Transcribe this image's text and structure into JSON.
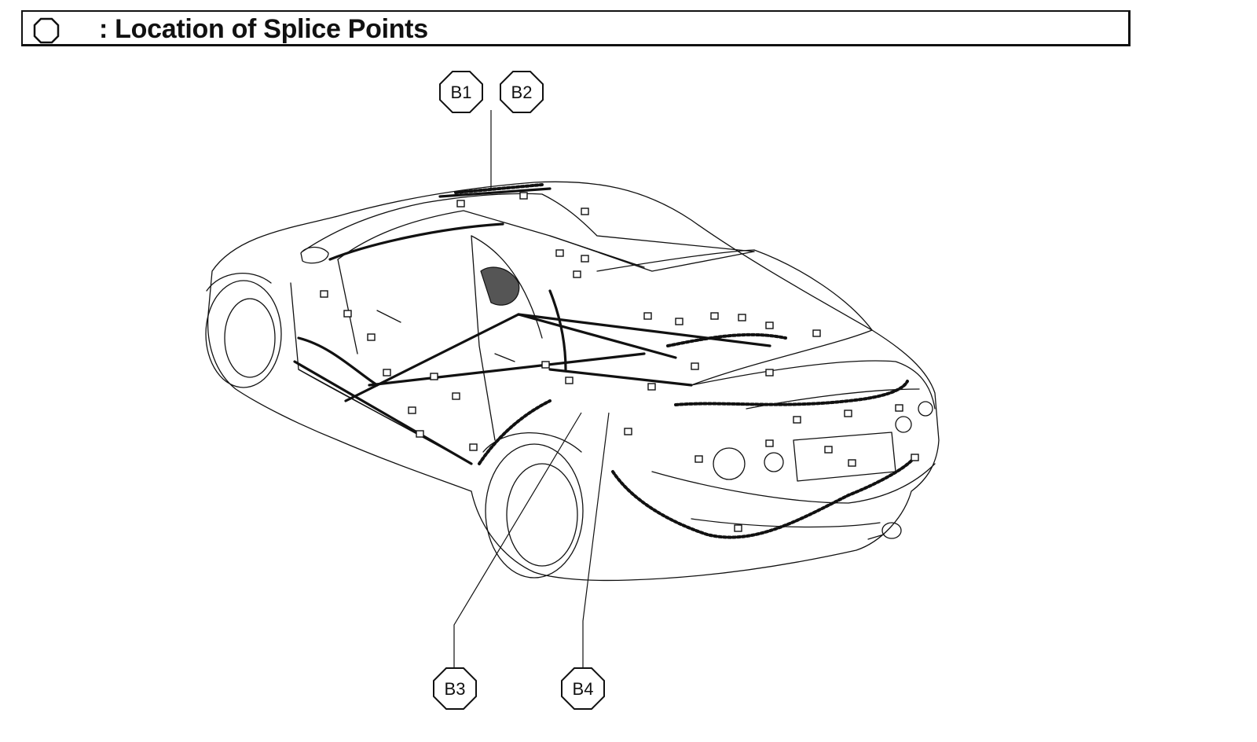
{
  "header": {
    "title": ": Location of Splice Points",
    "legend_icon": "octagon-icon"
  },
  "callouts": {
    "b1": "B1",
    "b2": "B2",
    "b3": "B3",
    "b4": "B4"
  },
  "colors": {
    "line": "#111111",
    "background": "#ffffff"
  }
}
